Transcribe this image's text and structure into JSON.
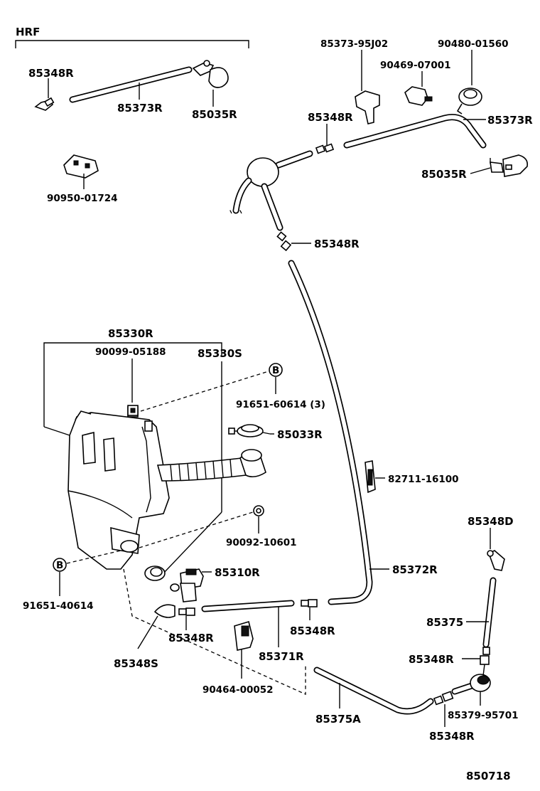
{
  "diagram": {
    "header": "HRF",
    "figure_number": "850718",
    "labels": {
      "nozzle_85348R_top_left": "85348R",
      "hose_85373R_top_left": "85373R",
      "motor_85035R_top_left": "85035R",
      "clip_90950": "90950-01724",
      "clamp_85373_95J02": "85373-95J02",
      "clip_90469": "90469-07001",
      "grommet_90480": "90480-01560",
      "joint_85348R_upper": "85348R",
      "hose_85373R_right": "85373R",
      "motor_85035R_right": "85035R",
      "joint_85348R_mid": "85348R",
      "tank_assy_85330R": "85330R",
      "bolt_90099": "90099-05188",
      "tank_85330S": "85330S",
      "bolt_91651_60614": "91651-60614 (3)",
      "cap_85033R": "85033R",
      "clamp_82711": "82711-16100",
      "nut_90092": "90092-10601",
      "bolt_91651_40614": "91651-40614",
      "pump_85310R": "85310R",
      "hose_85372R": "85372R",
      "nozzle_85348D": "85348D",
      "hose_85375": "85375",
      "joint_85348R_right": "85348R",
      "joint_85348R_bottom_mid": "85348R",
      "joint_85348R_bottom_left": "85348R",
      "joint_85348S": "85348S",
      "hose_85371R": "85371R",
      "clip_90464": "90464-00052",
      "hose_85375A": "85375A",
      "nozzle_85379": "85379-95701",
      "joint_85348R_bottom_right": "85348R"
    },
    "callout_marker": "B"
  }
}
